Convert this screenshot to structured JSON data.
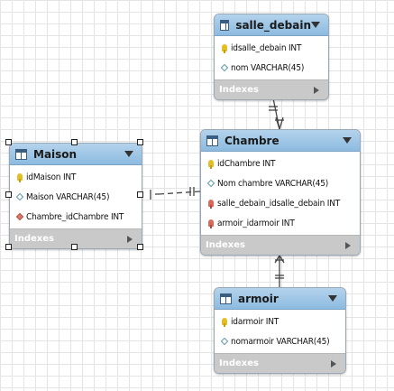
{
  "indexes_label": "Indexes",
  "tables": {
    "salle_debain": {
      "name": "salle_debain",
      "columns": [
        {
          "text": "idsalle_debain INT",
          "icon": "primary-key-icon"
        },
        {
          "text": "nom VARCHAR(45)",
          "icon": "column-diamond-icon"
        }
      ]
    },
    "maison": {
      "name": "Maison",
      "columns": [
        {
          "text": "idMaison INT",
          "icon": "primary-key-icon"
        },
        {
          "text": "Maison VARCHAR(45)",
          "icon": "column-diamond-icon"
        },
        {
          "text": "Chambre_idChambre INT",
          "icon": "foreign-key-diamond-icon"
        }
      ]
    },
    "chambre": {
      "name": "Chambre",
      "columns": [
        {
          "text": "idChambre INT",
          "icon": "primary-key-icon"
        },
        {
          "text": "Nom chambre VARCHAR(45)",
          "icon": "column-diamond-icon"
        },
        {
          "text": "salle_debain_idsalle_debain INT",
          "icon": "foreign-key-icon"
        },
        {
          "text": "armoir_idarmoir INT",
          "icon": "foreign-key-icon"
        }
      ]
    },
    "armoir": {
      "name": "armoir",
      "columns": [
        {
          "text": "idarmoir INT",
          "icon": "primary-key-icon"
        },
        {
          "text": "nomarmoir VARCHAR(45)",
          "icon": "column-diamond-icon"
        }
      ]
    }
  },
  "colors": {
    "header": "#9cc4e4",
    "indexes_bar": "#c9c9c9",
    "primary_key": "#e3be27",
    "foreign_key": "#d96a5b",
    "connector": "#444444"
  }
}
